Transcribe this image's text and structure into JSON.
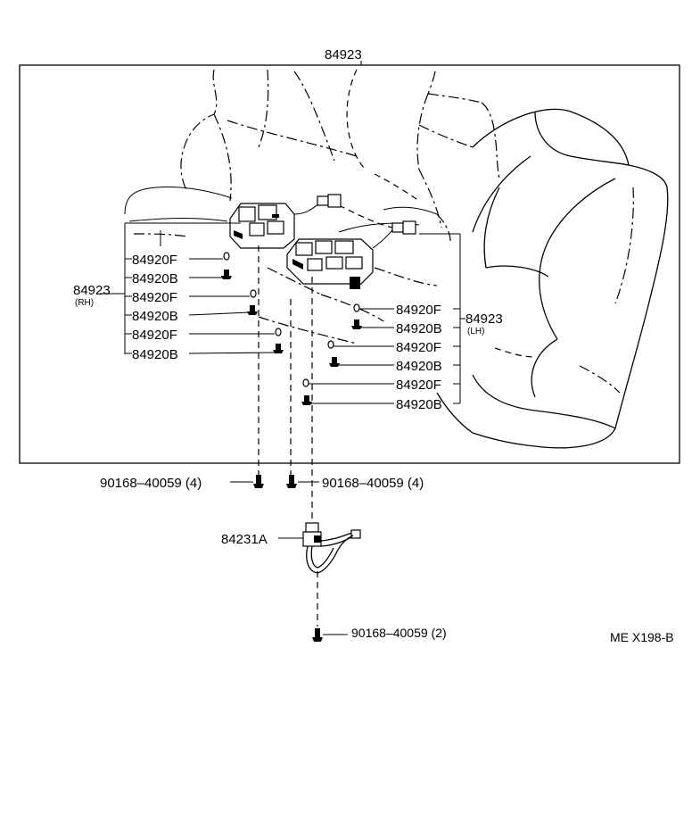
{
  "diagram": {
    "top_label": "84923",
    "rh_group": {
      "label": "84923",
      "sub": "(RH)",
      "items": [
        "84920F",
        "84920B",
        "84920F",
        "84920B",
        "84920F",
        "84920B"
      ]
    },
    "lh_group": {
      "label": "84923",
      "sub": "(LH)",
      "items": [
        "84920F",
        "84920B",
        "84920F",
        "84920B",
        "84920F",
        "84920B"
      ]
    },
    "screw_left": "90168–40059 (4)",
    "screw_right": "90168–40059 (4)",
    "switch_label": "84231A",
    "screw_bottom": "90168–40059 (2)",
    "ref_code": "ME X198-B"
  }
}
